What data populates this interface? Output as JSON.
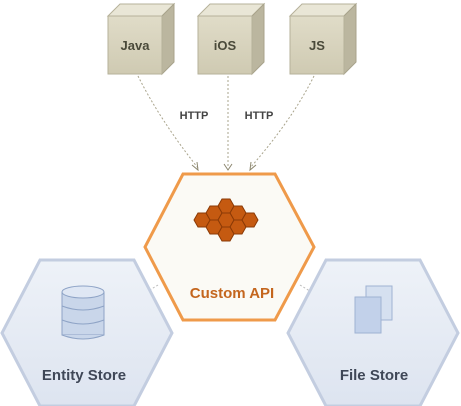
{
  "clients": [
    {
      "label": "Java"
    },
    {
      "label": "iOS"
    },
    {
      "label": "JS"
    }
  ],
  "connections": [
    {
      "label": "HTTP"
    },
    {
      "label": "HTTP"
    }
  ],
  "center": {
    "label": "Custom API"
  },
  "stores": [
    {
      "label": "Entity Store",
      "icon": "database-icon"
    },
    {
      "label": "File Store",
      "icon": "files-icon"
    }
  ],
  "colors": {
    "client_box": "#d8d4c0",
    "client_box_dark": "#b6b19a",
    "api_border": "#ef9a4a",
    "api_fill": "#fbfaf5",
    "api_text": "#c4661e",
    "honeycomb": "#c55a11",
    "store_fill": "#e6ebf4",
    "store_border": "#c3cde0",
    "store_icon": "#b8c8e3"
  }
}
